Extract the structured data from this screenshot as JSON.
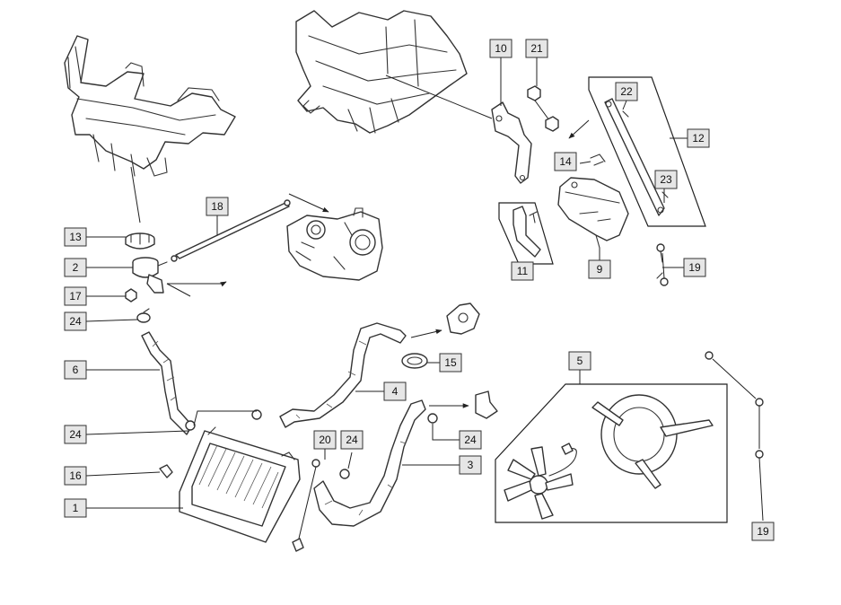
{
  "callouts": [
    {
      "id": "c1",
      "label": "1"
    },
    {
      "id": "c2",
      "label": "2"
    },
    {
      "id": "c3",
      "label": "3"
    },
    {
      "id": "c4",
      "label": "4"
    },
    {
      "id": "c5",
      "label": "5"
    },
    {
      "id": "c6",
      "label": "6"
    },
    {
      "id": "c9",
      "label": "9"
    },
    {
      "id": "c10",
      "label": "10"
    },
    {
      "id": "c11",
      "label": "11"
    },
    {
      "id": "c12",
      "label": "12"
    },
    {
      "id": "c13",
      "label": "13"
    },
    {
      "id": "c14",
      "label": "14"
    },
    {
      "id": "c15",
      "label": "15"
    },
    {
      "id": "c16",
      "label": "16"
    },
    {
      "id": "c17",
      "label": "17"
    },
    {
      "id": "c18",
      "label": "18"
    },
    {
      "id": "c19a",
      "label": "19"
    },
    {
      "id": "c19b",
      "label": "19"
    },
    {
      "id": "c20",
      "label": "20"
    },
    {
      "id": "c21",
      "label": "21"
    },
    {
      "id": "c22",
      "label": "22"
    },
    {
      "id": "c23",
      "label": "23"
    },
    {
      "id": "c24a",
      "label": "24"
    },
    {
      "id": "c24b",
      "label": "24"
    },
    {
      "id": "c24c",
      "label": "24"
    },
    {
      "id": "c24d",
      "label": "24"
    }
  ]
}
